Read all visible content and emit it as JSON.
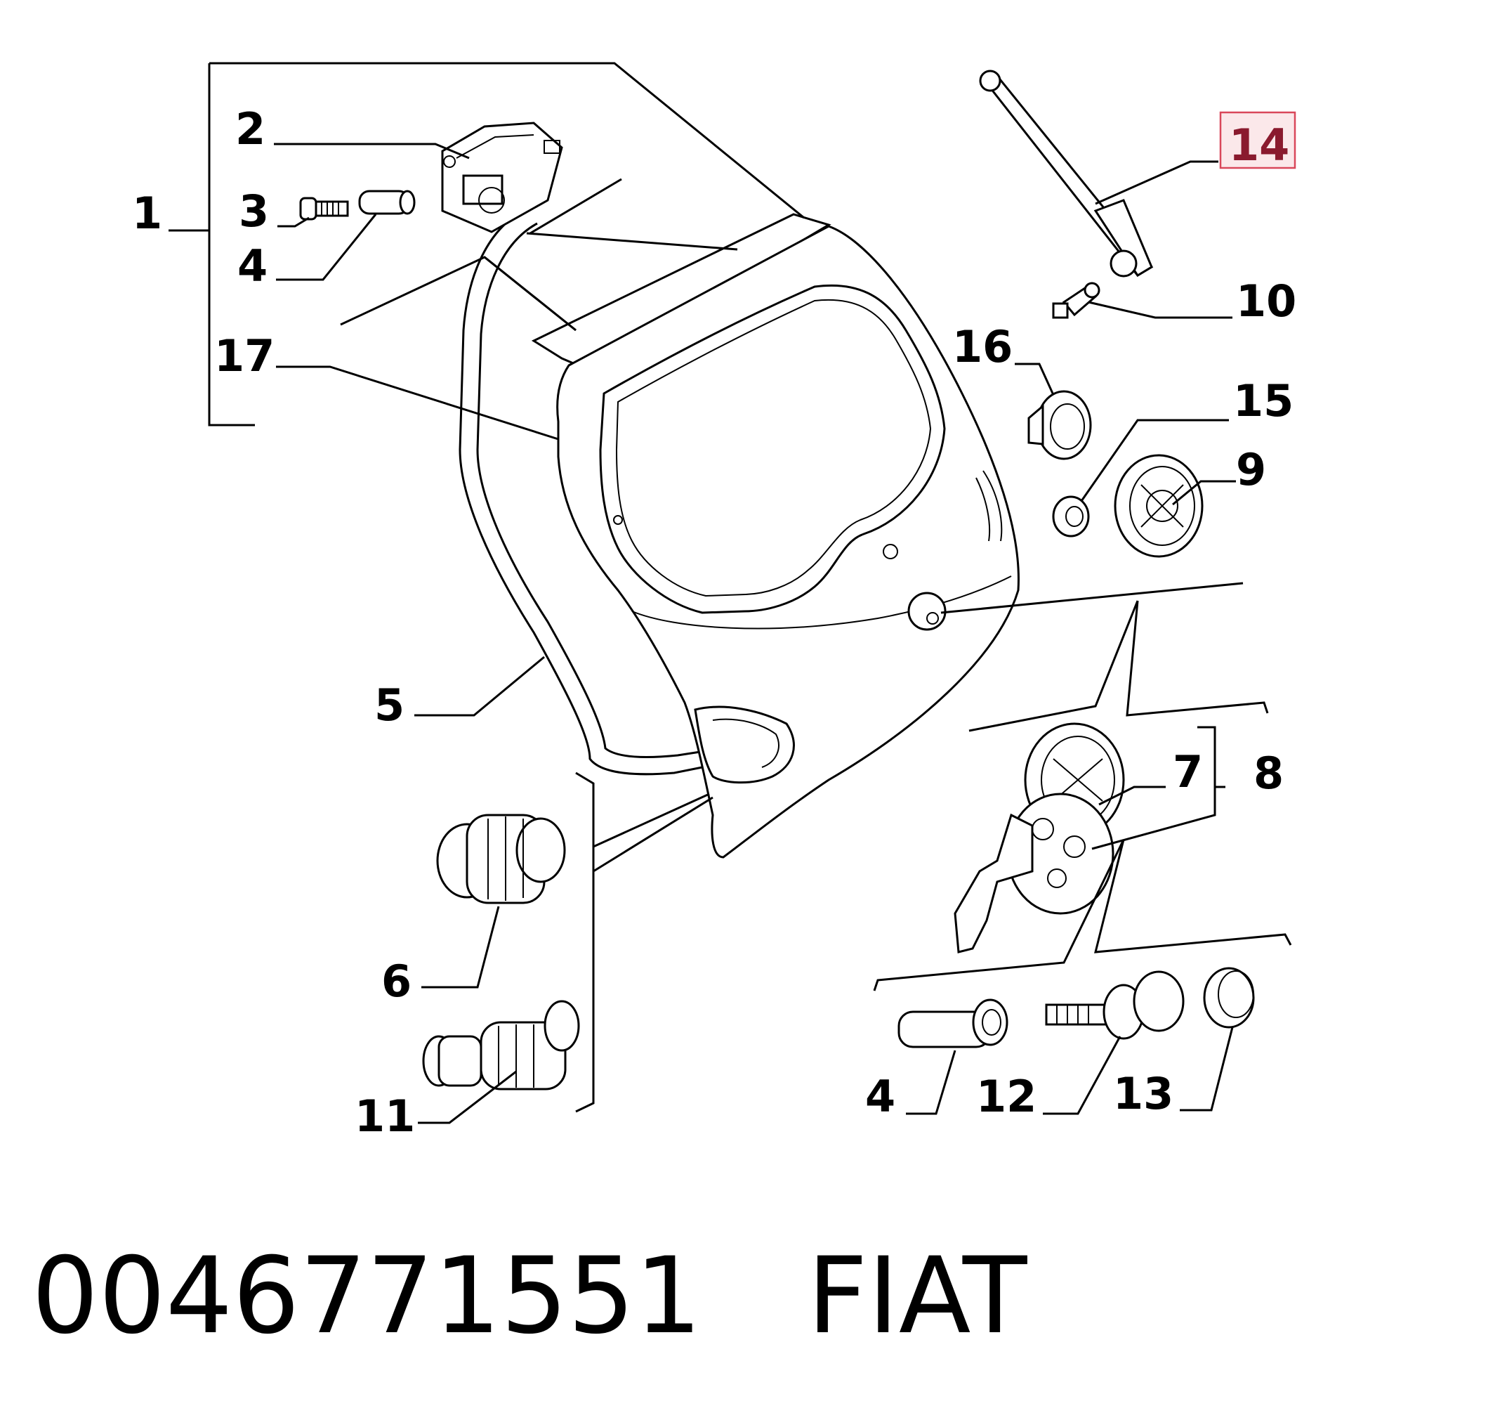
{
  "callouts": {
    "c1": "1",
    "c2": "2",
    "c3": "3",
    "c4a": "4",
    "c17": "17",
    "c5": "5",
    "c6": "6",
    "c11": "11",
    "c14": "14",
    "c10": "10",
    "c16": "16",
    "c15": "15",
    "c9": "9",
    "c7": "7",
    "c8": "8",
    "c4b": "4",
    "c12": "12",
    "c13": "13"
  },
  "footer": {
    "part_number": "0046771551",
    "brand": "FIAT"
  },
  "colors": {
    "highlight_border": "#d9475a",
    "highlight_fill": "#fbe8ea",
    "highlight_text": "#8a1a2e"
  }
}
